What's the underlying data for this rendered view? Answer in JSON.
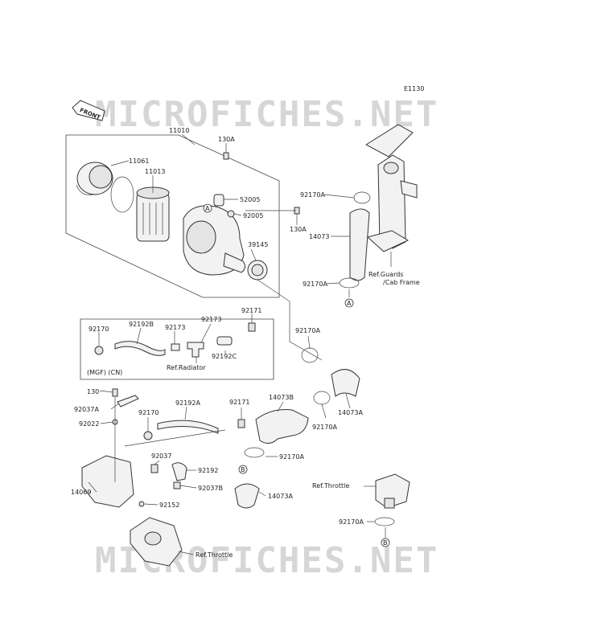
{
  "diagram_code": "E1130",
  "watermark": "MICROFICHES.NET",
  "front_label": "FRONT",
  "parts": {
    "p11010": "11010",
    "p11061": "11061",
    "p11013": "11013",
    "p130A_top": "130A",
    "p52005": "52005",
    "p92005": "92005",
    "p130A_right": "130A",
    "p39145": "39145",
    "p92170A_1": "92170A",
    "p14073": "14073",
    "p92170A_2": "92170A",
    "p92170": "92170",
    "p92192B": "92192B",
    "p92173_1": "92173",
    "p92173_2": "92173",
    "p92171_1": "92171",
    "p92192C": "92192C",
    "p92170A_3": "92170A",
    "p130": "130",
    "p92037A": "92037A",
    "p92022": "92022",
    "p92170_2": "92170",
    "p92192A": "92192A",
    "p92171_2": "92171",
    "p14073B": "14073B",
    "p14073A_1": "14073A",
    "p92170A_4": "92170A",
    "p92170A_5": "92170A",
    "p92037": "92037",
    "p92192": "92192",
    "p92037B": "92037B",
    "p14073A_2": "14073A",
    "p14069": "14069",
    "p92152": "92152",
    "p92170A_6": "92170A"
  },
  "refs": {
    "guards": "Ref.Guards",
    "cab_frame": "/Cab Frame",
    "radiator": "Ref.Radiator",
    "mgf_cn": "(MGF) (CN)",
    "throttle_right": "Ref.Throttle",
    "throttle_bottom": "Ref.Throttle"
  },
  "markers": {
    "a1": "A",
    "a2": "A",
    "b1": "B",
    "b2": "B"
  }
}
